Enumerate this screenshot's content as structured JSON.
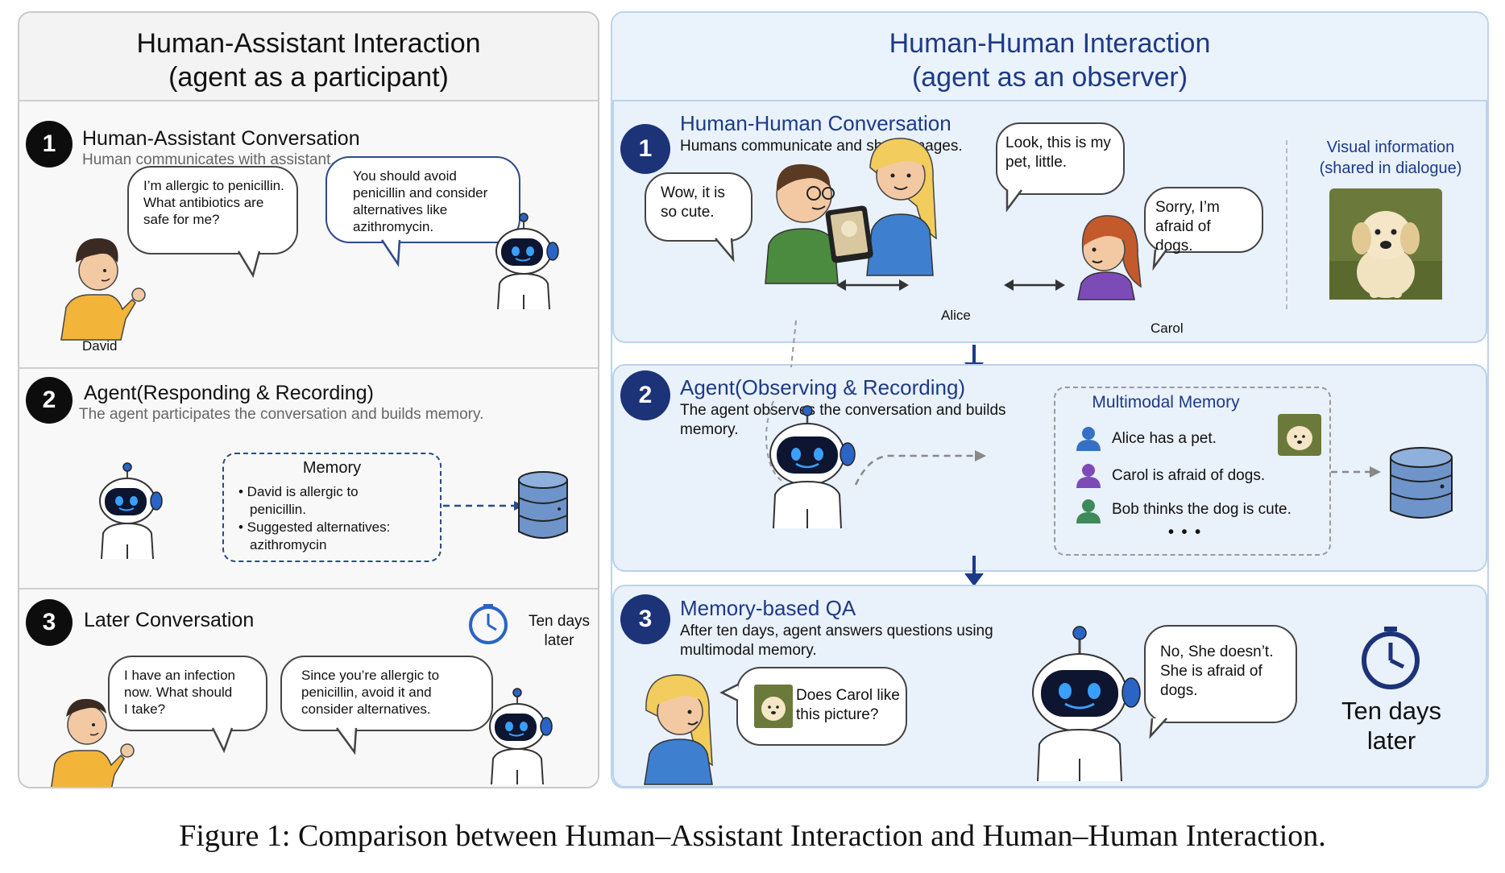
{
  "left": {
    "title_line1": "Human-Assistant Interaction",
    "title_line2": "(agent as a participant)",
    "sec1": {
      "num": "1",
      "title": "Human-Assistant Conversation",
      "subtitle": "Human communicates with assistant.",
      "user_bubble": [
        "I’m allergic to penicillin.",
        "What antibiotics are",
        "safe for me?"
      ],
      "agent_bubble": [
        "You should avoid",
        "penicillin and consider",
        "alternatives like",
        "azithromycin."
      ],
      "person_label": "David"
    },
    "sec2": {
      "num": "2",
      "title": "Agent(Responding & Recording)",
      "subtitle": "The agent participates the conversation and builds memory.",
      "memory_title": "Memory",
      "memory_items": [
        "• David is allergic to",
        "penicillin.",
        "• Suggested alternatives:",
        "azithromycin"
      ]
    },
    "sec3": {
      "num": "3",
      "title": "Later Conversation",
      "time_label": [
        "Ten days",
        "later"
      ],
      "user_bubble": [
        "I have an infection",
        "now. What should",
        "I take?"
      ],
      "agent_bubble": [
        "Since you’re allergic to",
        "penicillin, avoid it and",
        "consider alternatives."
      ]
    }
  },
  "right": {
    "title_line1": "Human-Human Interaction",
    "title_line2": "(agent as an observer)",
    "sec1": {
      "num": "1",
      "title": "Human-Human Conversation",
      "subtitle": "Humans communicate and share images.",
      "bob_bubble": [
        "Wow, it is",
        "so cute."
      ],
      "alice_bubble": [
        "Look, this is my",
        "pet, little."
      ],
      "carol_bubble": [
        "Sorry, I’m",
        "afraid of dogs."
      ],
      "alice_label": "Alice",
      "carol_label": "Carol",
      "visual_info": [
        "Visual information",
        "(shared in dialogue)"
      ]
    },
    "sec2": {
      "num": "2",
      "title": "Agent(Observing & Recording)",
      "subtitle": [
        "The agent observes the conversation and builds",
        "memory."
      ],
      "memory_title": "Multimodal Memory",
      "memory_items": [
        "Alice has a pet.",
        "Carol is afraid of dogs.",
        "Bob thinks the dog is cute."
      ],
      "ellipsis": "• • •"
    },
    "sec3": {
      "num": "3",
      "title": "Memory-based QA",
      "subtitle": [
        "After ten days, agent answers questions using",
        "multimodal memory."
      ],
      "question_bubble": [
        "Does Carol like",
        "this picture?"
      ],
      "answer_bubble": [
        "No, She doesn’t.",
        "She is afraid of",
        "dogs."
      ],
      "time_label": [
        "Ten days",
        "later"
      ]
    }
  },
  "caption": "Figure 1: Comparison between Human–Assistant Interaction and Human–Human Interaction.",
  "colors": {
    "left_bg": "#f7f7f7",
    "right_bg": "#e9f1fb",
    "right_accent": "#1d3a86",
    "bubble_blue_border": "#2b4a8a",
    "badge_black": "#0d0d0d",
    "badge_blue": "#1c3378"
  }
}
